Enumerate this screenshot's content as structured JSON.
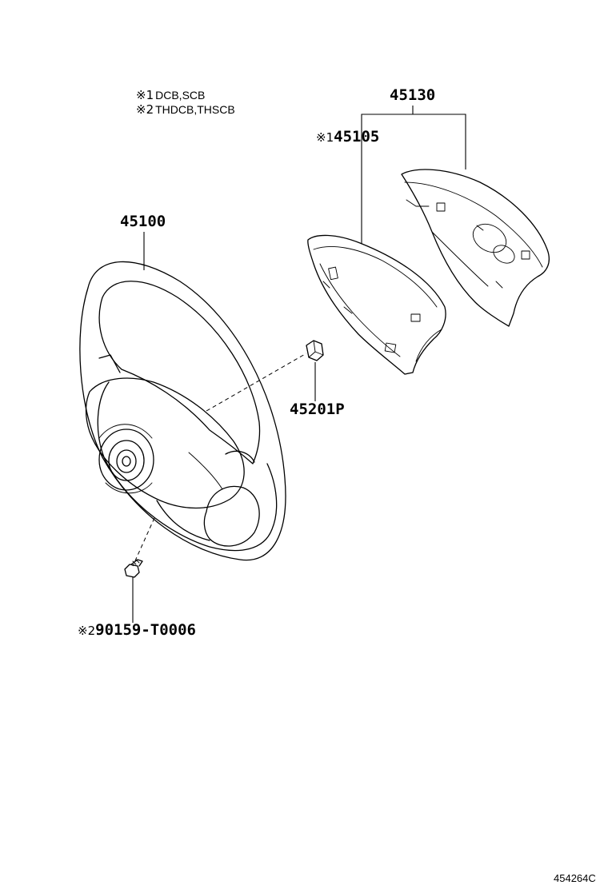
{
  "notes": [
    {
      "mark": "※1",
      "text": "DCB,SCB"
    },
    {
      "mark": "※2",
      "text": "THDCB,THSCB"
    }
  ],
  "parts": {
    "p45130": {
      "number": "45130"
    },
    "p45105": {
      "mark": "※1",
      "number": "45105"
    },
    "p45100": {
      "number": "45100"
    },
    "p45201": {
      "number": "45201P"
    },
    "p90159": {
      "mark": "※2",
      "number": "90159-T0006"
    }
  },
  "diagram_ref": "454264C"
}
